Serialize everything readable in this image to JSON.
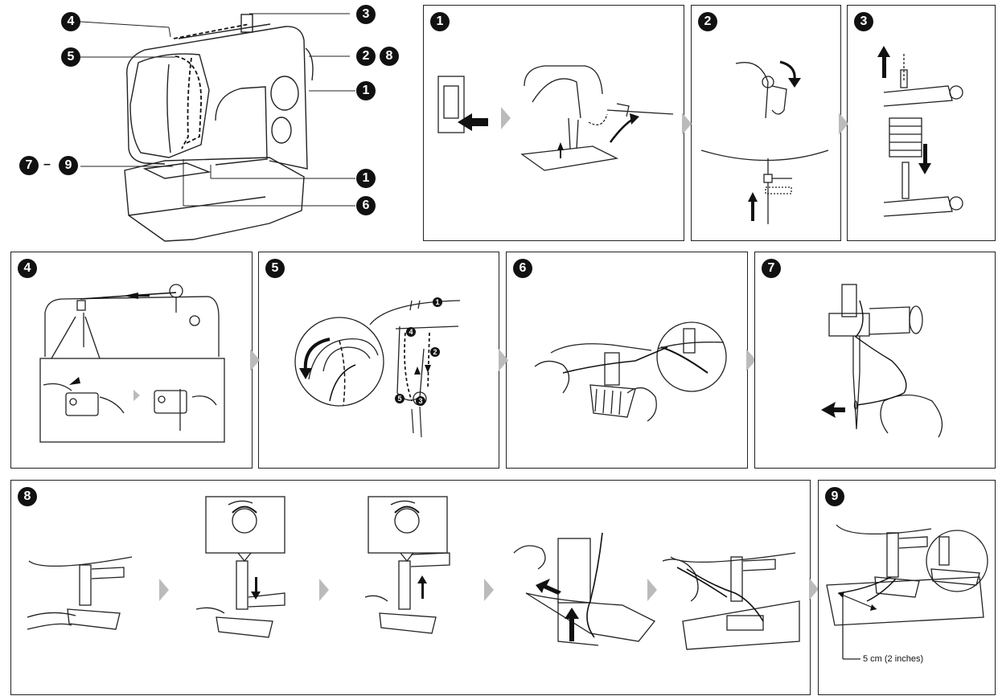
{
  "overview": {
    "callouts": {
      "c4": "4",
      "c3": "3",
      "c5": "5",
      "c2": "2",
      "c8": "8",
      "c1a": "1",
      "c7": "7",
      "c_dash": "–",
      "c9": "9",
      "c1b": "1",
      "c6": "6"
    }
  },
  "panels": [
    {
      "num": "1"
    },
    {
      "num": "2"
    },
    {
      "num": "3"
    },
    {
      "num": "4"
    },
    {
      "num": "5"
    },
    {
      "num": "6"
    },
    {
      "num": "7"
    },
    {
      "num": "8"
    },
    {
      "num": "9"
    }
  ],
  "panel5_steps": {
    "s1": "1",
    "s2": "2",
    "s3": "3",
    "s4": "4",
    "s5": "5"
  },
  "panel9": {
    "measure_label": "5 cm (2 inches)"
  },
  "icons": [
    "arrow-right-icon",
    "arrow-up-icon",
    "arrow-down-icon",
    "curved-arrow-icon"
  ],
  "colors": {
    "ink": "#111111",
    "arrow_grey": "#bbbbbb",
    "line": "#222222"
  }
}
